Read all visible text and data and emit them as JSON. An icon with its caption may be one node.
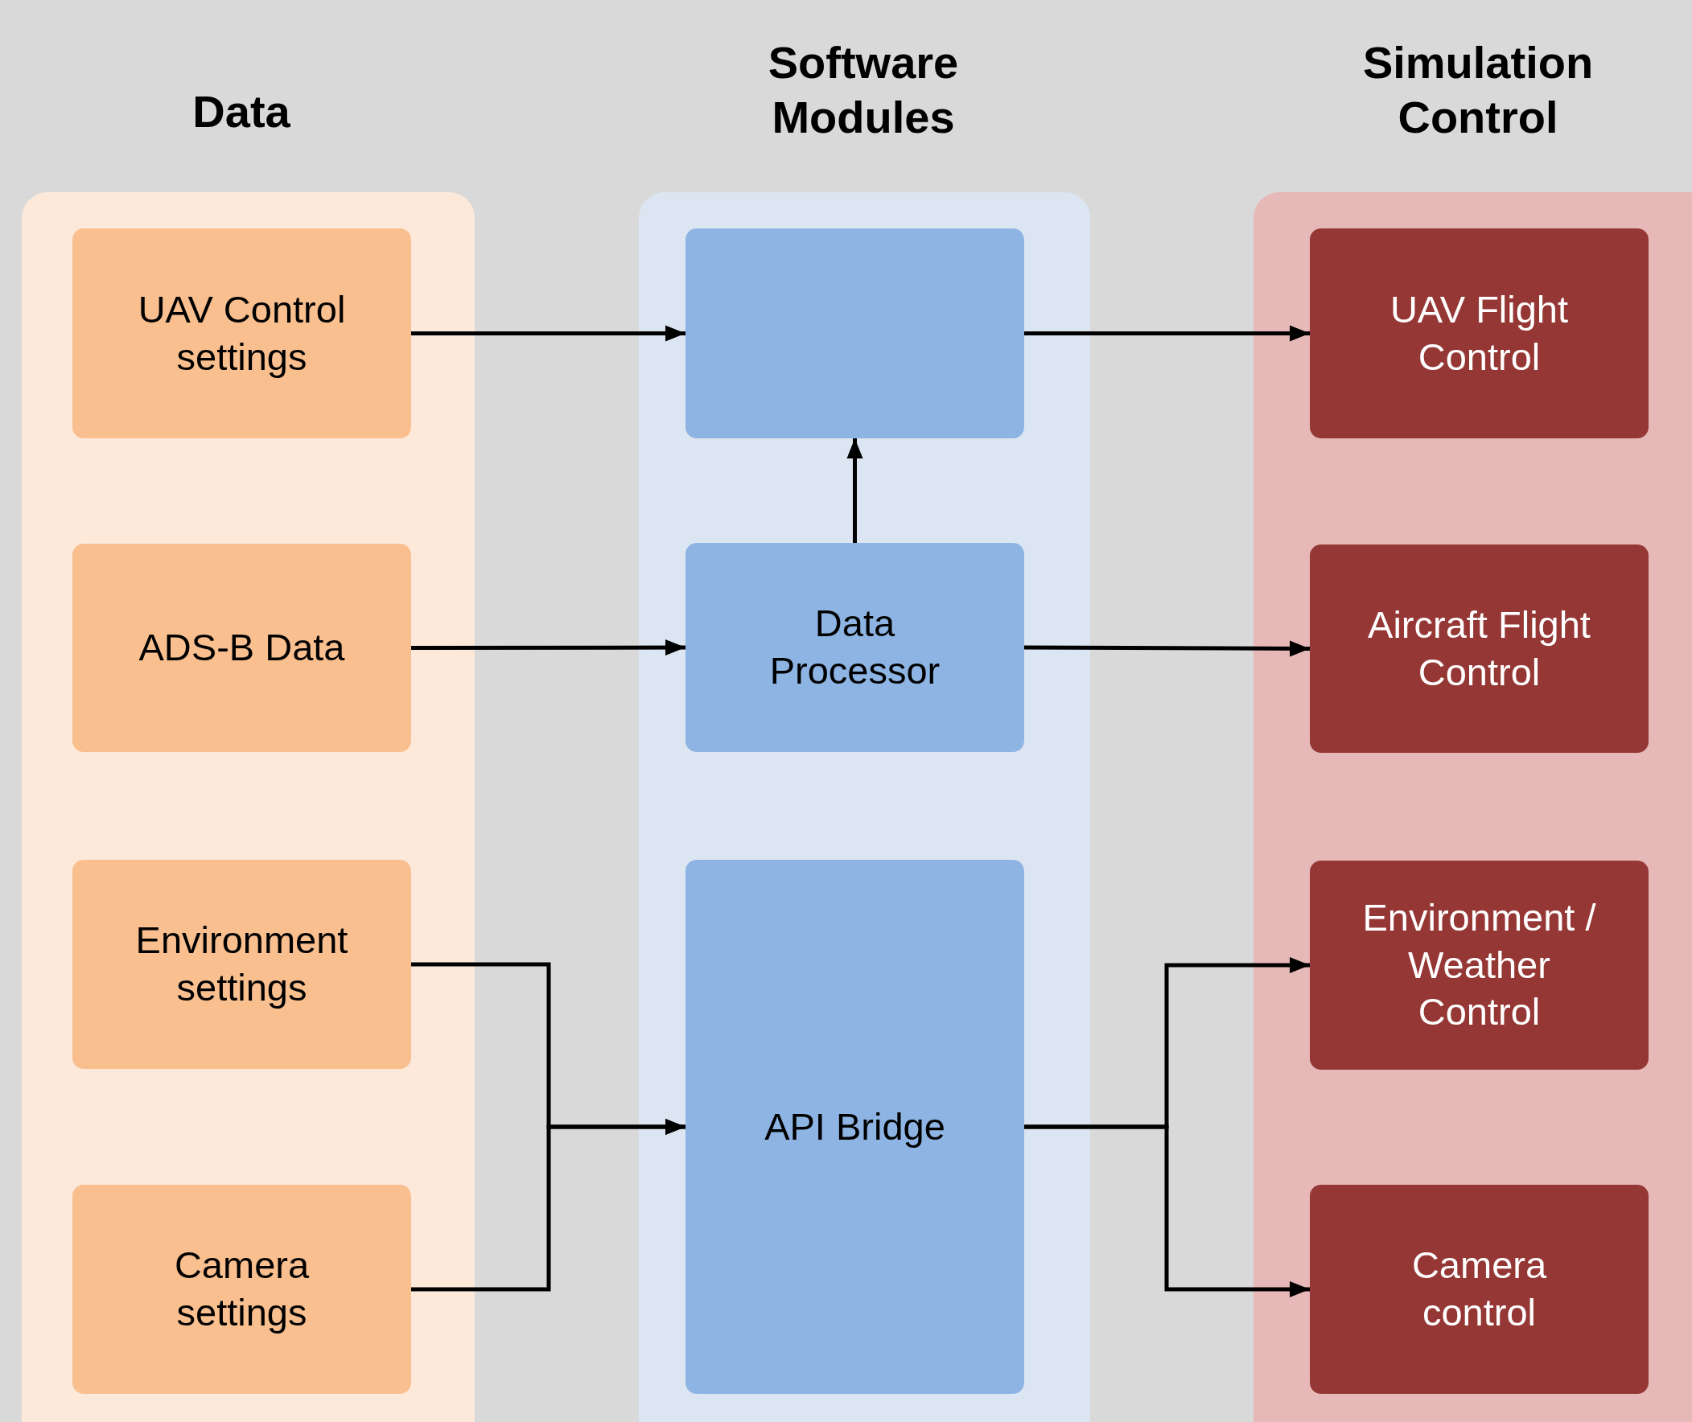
{
  "diagram": {
    "nodes": [
      {
        "text": [
          "Data"
        ]
      },
      {
        "text": [
          "UAV Control settings"
        ],
        "in": 0
      },
      {
        "text": [
          "ADS-B Data"
        ],
        "in": 0
      },
      {
        "text": [
          "Environment settings"
        ],
        "in": 0
      },
      {
        "text": [
          "Camera settings"
        ],
        "in": 0
      },
      {
        "text": [
          "Software Modules"
        ]
      },
      {
        "text": [],
        "shape": "box",
        "in": 5
      },
      {
        "text": [
          "Data Processor"
        ],
        "in": 5
      },
      {
        "text": [
          "API Bridge"
        ],
        "in": 5
      },
      {
        "text": [
          "Simulation Control"
        ]
      },
      {
        "text": [
          "UAV Flight Control"
        ],
        "in": 9
      },
      {
        "text": [
          "Aircraft Flight Control"
        ],
        "in": 9
      },
      {
        "text": [
          "Environment / Weather Control"
        ],
        "in": 9
      },
      {
        "text": [
          "Camera control"
        ],
        "in": 9
      }
    ],
    "edges": [
      {
        "from": 1,
        "to": 6,
        "arrow": "to"
      },
      {
        "from": 6,
        "to": 10,
        "arrow": "to"
      },
      {
        "from": 7,
        "to": 6,
        "arrow": "to"
      },
      {
        "from": 2,
        "to": 7,
        "arrow": "to"
      },
      {
        "from": 7,
        "to": 11,
        "arrow": "to"
      },
      {
        "from": 3,
        "to": 8,
        "arrow": "to"
      },
      {
        "from": 4,
        "to": 8,
        "arrow": "to"
      },
      {
        "from": 8,
        "to": 12,
        "arrow": "to"
      },
      {
        "from": 8,
        "to": 13,
        "arrow": "to"
      }
    ]
  }
}
